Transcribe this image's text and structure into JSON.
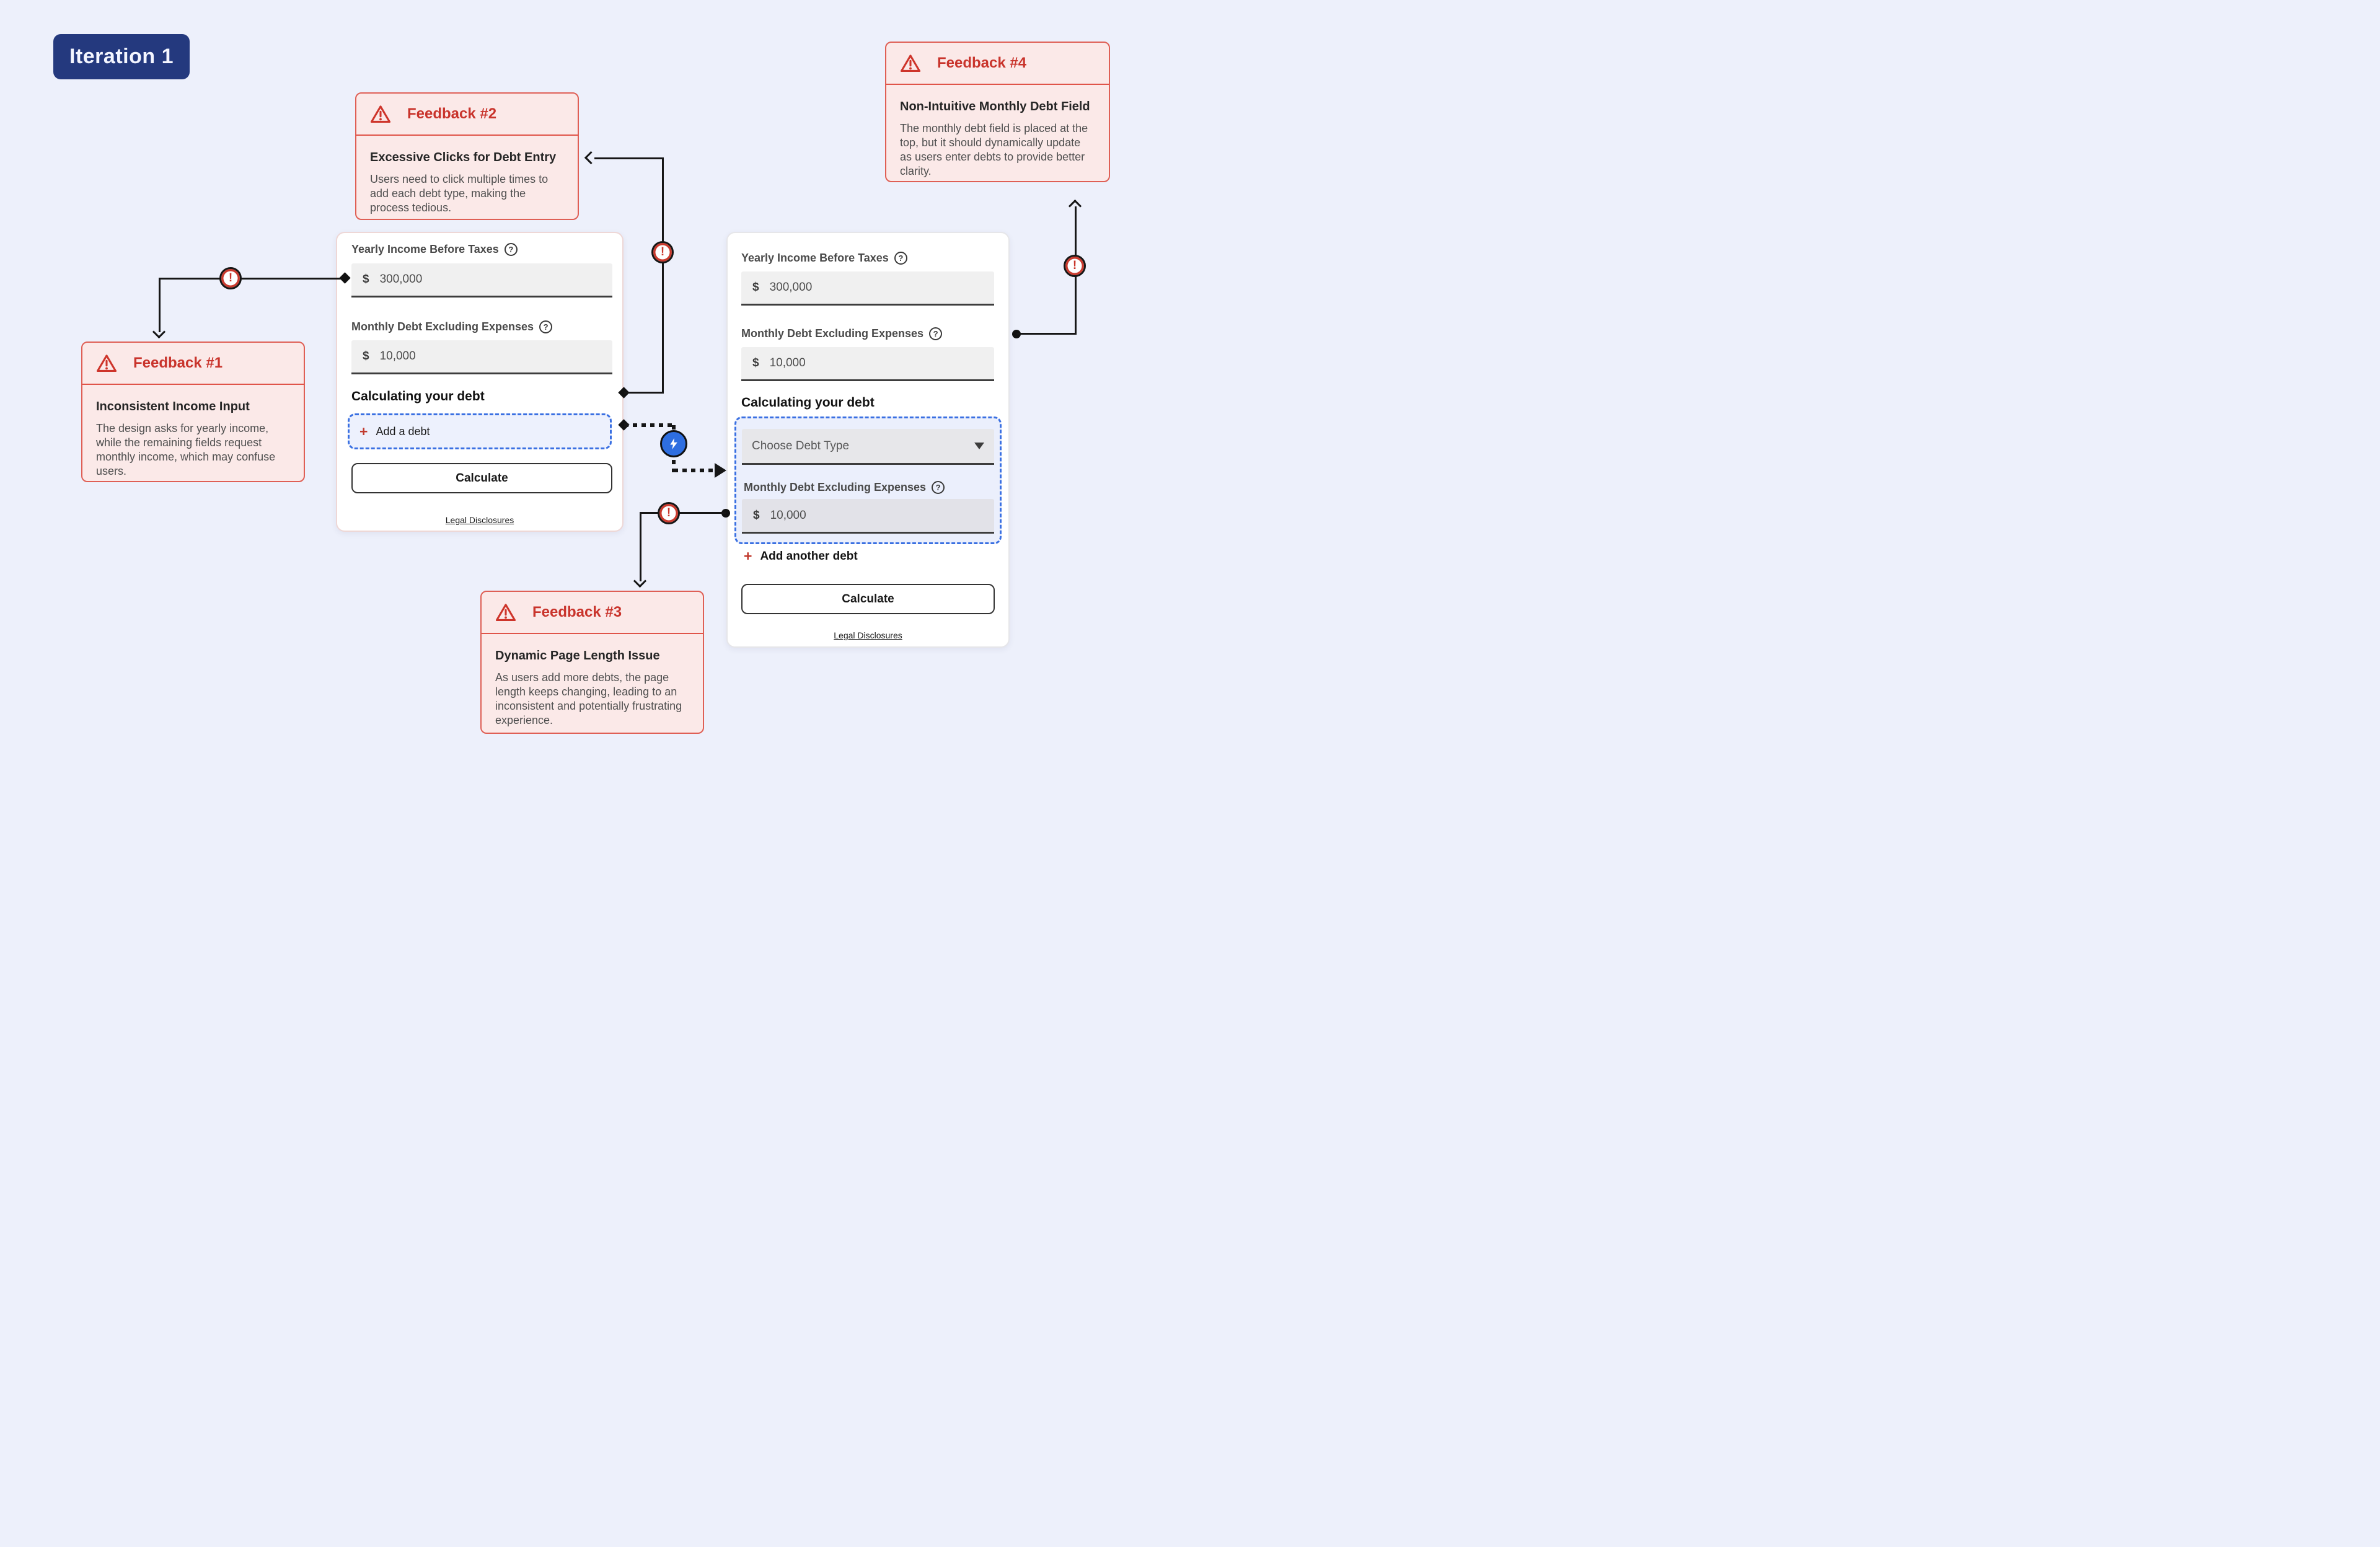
{
  "badge": {
    "label": "Iteration 1"
  },
  "icons": {
    "help": "?",
    "exclamation": "!",
    "plus": "+",
    "caret": "caret-down"
  },
  "feedbacks": [
    {
      "title": "Feedback #1",
      "heading": "Inconsistent Income Input",
      "body": "The design asks for yearly income, while the remaining fields request monthly income, which may confuse users."
    },
    {
      "title": "Feedback #2",
      "heading": "Excessive Clicks for Debt Entry",
      "body": "Users need to click multiple times to add each debt type, making the process tedious."
    },
    {
      "title": "Feedback #3",
      "heading": "Dynamic Page Length Issue",
      "body": "As users add more debts, the page length keeps changing, leading to an inconsistent and potentially frustrating experience."
    },
    {
      "title": "Feedback #4",
      "heading": "Non-Intuitive Monthly Debt Field",
      "body": "The monthly debt field is placed at the top, but it should dynamically update as users enter debts to provide better clarity."
    }
  ],
  "left_form": {
    "income_label": "Yearly Income Before Taxes",
    "currency": "$",
    "income_value": "300,000",
    "debt_label": "Monthly Debt Excluding Expenses",
    "debt_value": "10,000",
    "section_heading": "Calculating your debt",
    "add_debt_label": "Add a debt",
    "calculate_label": "Calculate",
    "legal_label": "Legal Disclosures"
  },
  "right_form": {
    "income_label": "Yearly Income Before Taxes",
    "currency": "$",
    "income_value": "300,000",
    "debt_label": "Monthly Debt Excluding Expenses",
    "debt_value": "10,000",
    "section_heading": "Calculating your debt",
    "choose_debt_placeholder": "Choose Debt Type",
    "inner_debt_label": "Monthly Debt Excluding Expenses",
    "inner_debt_value": "10,000",
    "add_debt_label": "Add another debt",
    "calculate_label": "Calculate",
    "legal_label": "Legal Disclosures"
  },
  "colors": {
    "page_bg": "#edf0fb",
    "badge_bg": "#24397e",
    "feedback_bg": "#fbe9e8",
    "feedback_border": "#df5f55",
    "feedback_title": "#c9342c",
    "dashed_accent": "#3a70e2",
    "lightning_blue": "#2e6ee0",
    "connector": "#161616"
  }
}
